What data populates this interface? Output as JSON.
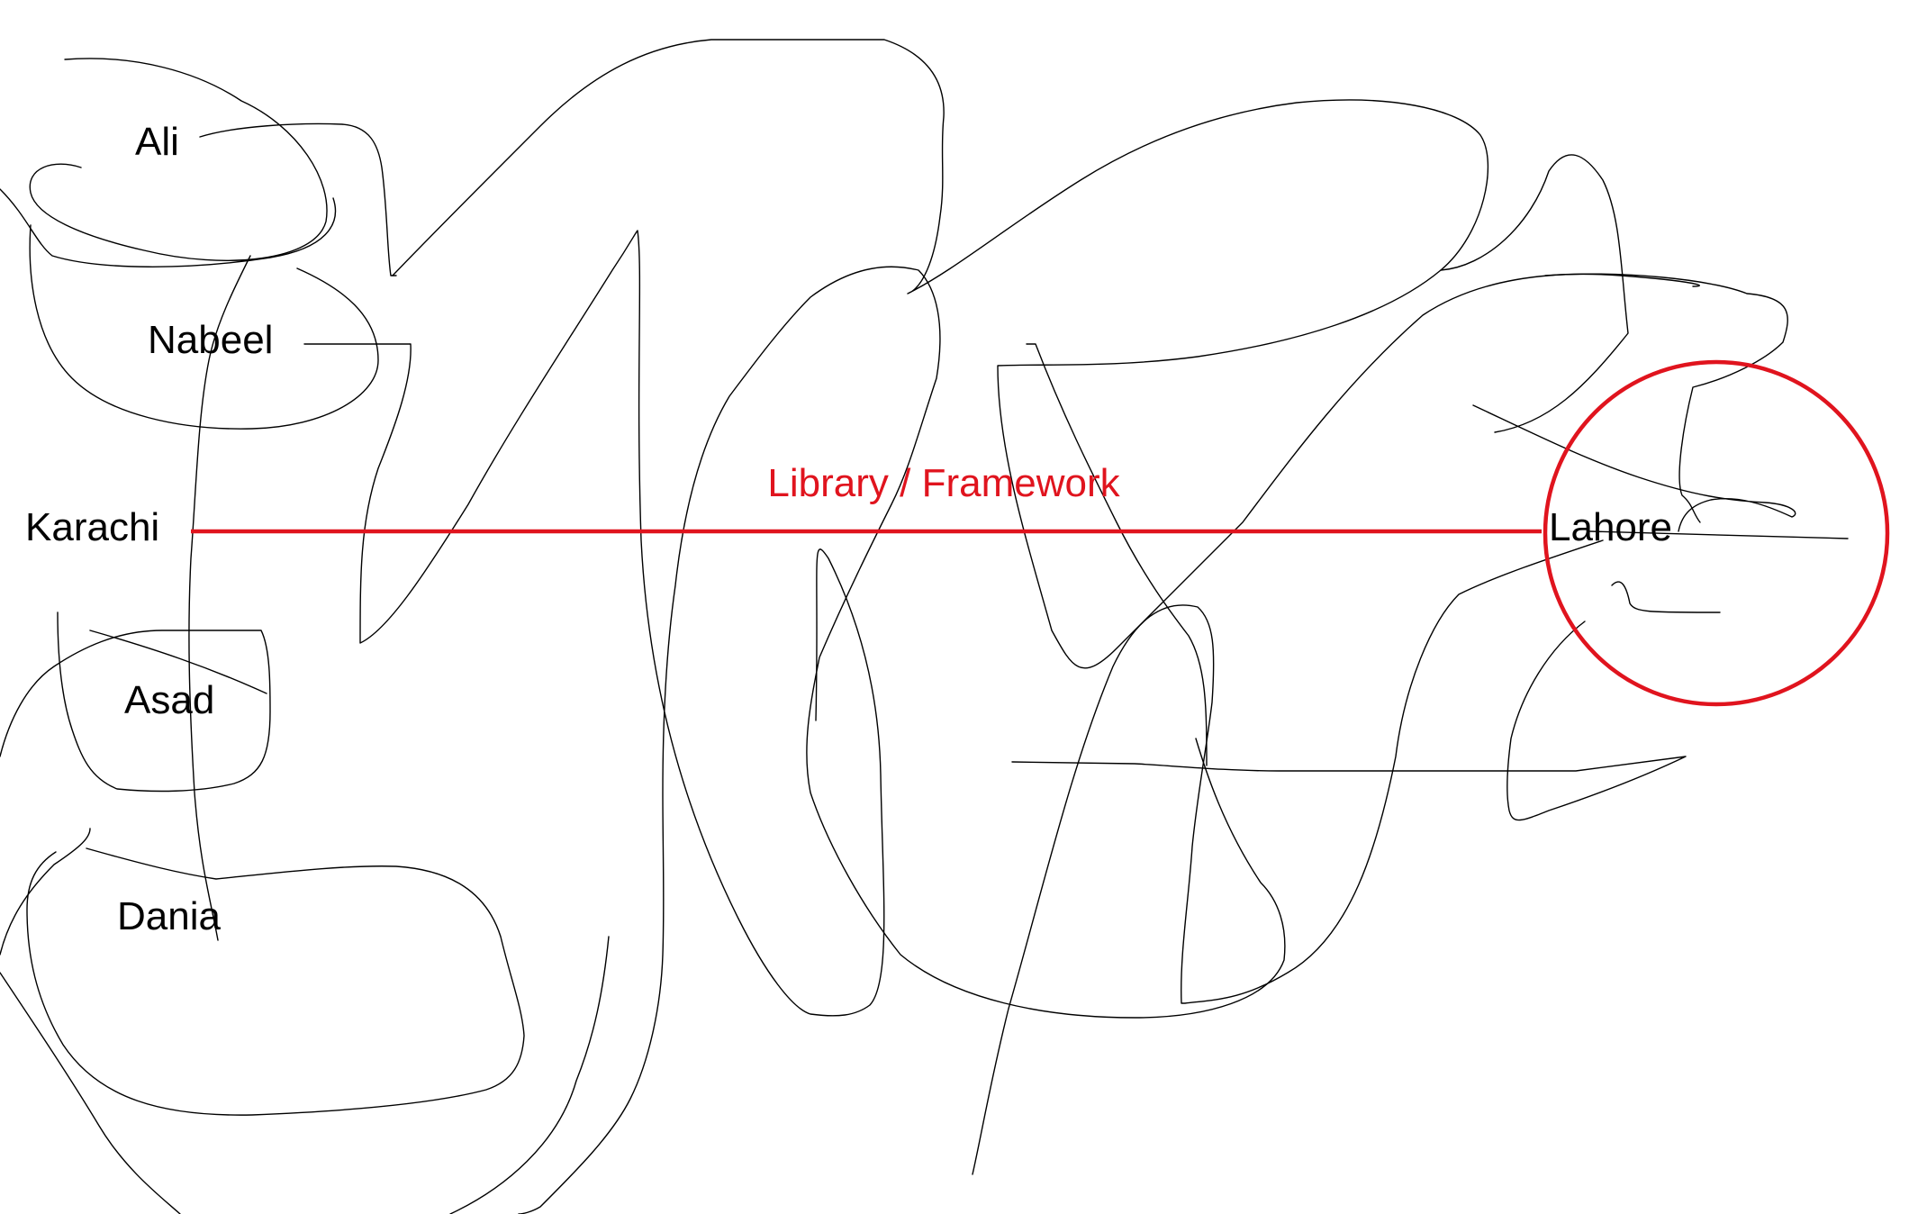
{
  "nodes": {
    "ali": "Ali",
    "nabeel": "Nabeel",
    "karachi": "Karachi",
    "asad": "Asad",
    "dania": "Dania",
    "lahore": "Lahore"
  },
  "connection": {
    "label": "Library / Framework",
    "from": "Karachi",
    "to": "Lahore"
  },
  "colors": {
    "background": "#ffffff",
    "scribble": "#000000",
    "text": "#000000",
    "accent": "#e0141e"
  }
}
